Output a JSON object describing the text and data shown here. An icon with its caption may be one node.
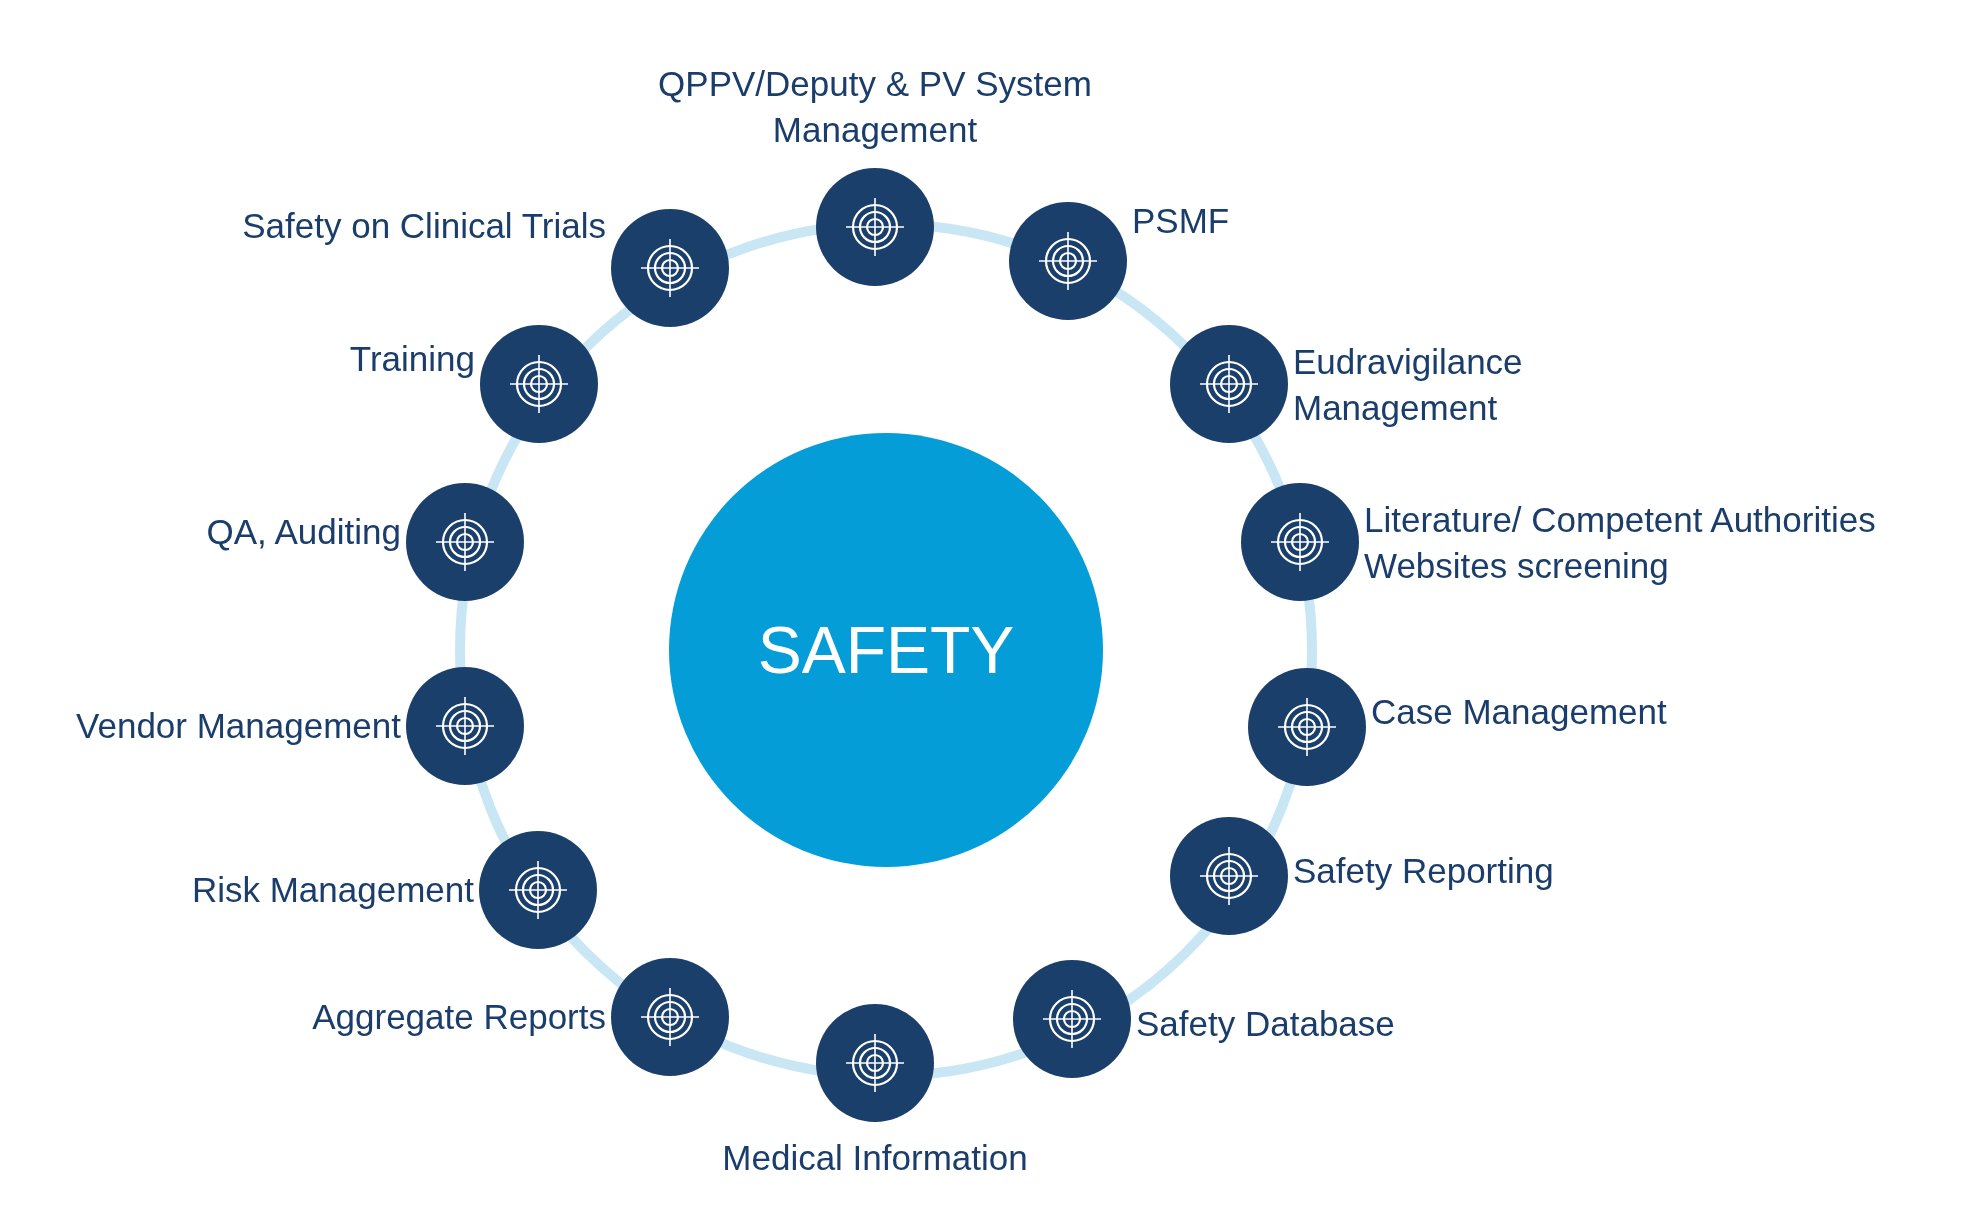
{
  "diagram": {
    "nodes": [
      {
        "text": [
          "SAFETY"
        ]
      },
      {
        "text": [
          "QPPV/Deputy & PV System Management"
        ]
      },
      {
        "text": [
          "PSMF"
        ]
      },
      {
        "text": [
          "Eudravigilance Management"
        ]
      },
      {
        "text": [
          "Literature/ Competent Authorities Websites screening"
        ]
      },
      {
        "text": [
          "Case Management"
        ]
      },
      {
        "text": [
          "Safety Reporting"
        ]
      },
      {
        "text": [
          "Safety Database"
        ]
      },
      {
        "text": [
          "Medical Information"
        ]
      },
      {
        "text": [
          "Aggregate Reports"
        ]
      },
      {
        "text": [
          "Risk Management"
        ]
      },
      {
        "text": [
          "Vendor Management"
        ]
      },
      {
        "text": [
          "QA, Auditing"
        ]
      },
      {
        "text": [
          "Training"
        ]
      },
      {
        "text": [
          "Safety on Clinical Trials"
        ]
      }
    ]
  }
}
